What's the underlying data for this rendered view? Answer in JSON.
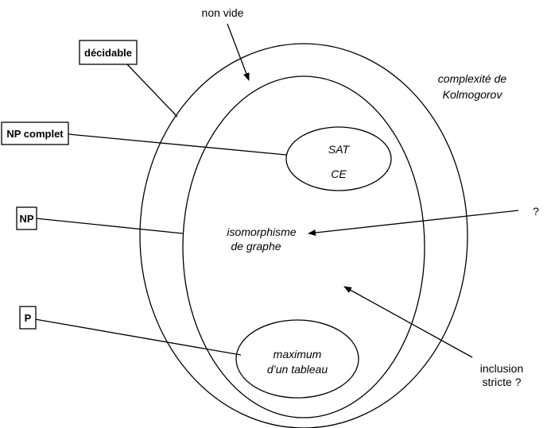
{
  "labels": {
    "non_vide": "non vide",
    "kolmogorov_line1": "complexité de",
    "kolmogorov_line2": "Kolmogorov",
    "sat": "SAT",
    "ce": "CE",
    "iso_line1": "isomorphisme",
    "iso_line2": "de graphe",
    "question": "?",
    "inclusion_line1": "inclusion",
    "inclusion_line2": "stricte ?",
    "maximum_line1": "maximum",
    "maximum_line2": "d’un tableau"
  },
  "boxes": {
    "decidable": "décidable",
    "np_complet": "NP complet",
    "np": "NP",
    "p": "P"
  }
}
